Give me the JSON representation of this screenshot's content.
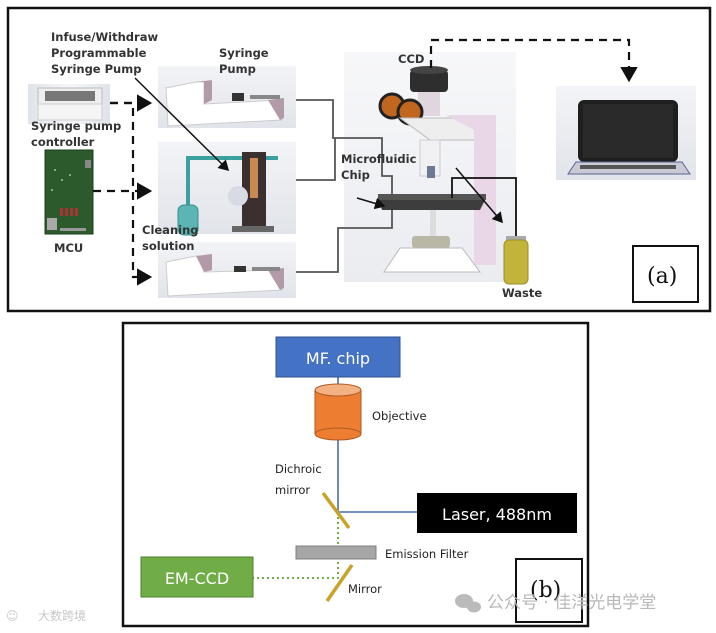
{
  "panel_a": {
    "tag": "(a)",
    "labels": {
      "programmable_pump_line1": "Infuse/Withdraw",
      "programmable_pump_line2": "Programmable",
      "programmable_pump_line3": "Syringe Pump",
      "syringe_pump_line1": "Syringe",
      "syringe_pump_line2": "Pump",
      "controller_line1": "Syringe pump",
      "controller_line2": "controller",
      "mcu": "MCU",
      "cleaning_line1": "Cleaning",
      "cleaning_line2": "solution",
      "ccd": "CCD",
      "chip_line1": "Microfluidic",
      "chip_line2": "Chip",
      "waste": "Waste"
    },
    "colors": {
      "cleaning_bottle": "#5bb5b5",
      "waste_bottle": "#c2b43a",
      "eyepiece": "#c0661f",
      "microscope_frame": "#e9d6e6",
      "pcb": "#2d5a2d"
    }
  },
  "panel_b": {
    "tag": "(b)",
    "blocks": {
      "chip": "MF. chip",
      "laser": "Laser, 488nm",
      "emccd": "EM-CCD"
    },
    "labels": {
      "objective": "Objective",
      "dichroic_line1": "Dichroic",
      "dichroic_line2": "mirror",
      "emission_filter": "Emission Filter",
      "mirror": "Mirror"
    },
    "colors": {
      "chip_block": "#4472c4",
      "objective": "#ed7d31",
      "laser_block": "#000000",
      "emccd_block": "#70ad47",
      "filter": "#a6a6a6",
      "mirror": "#c9a227",
      "beam_excitation": "#4a6fa5",
      "beam_emission": "#70ad47"
    }
  },
  "watermarks": {
    "left": "大数跨境",
    "right": "公众号 · 佳洋光电学堂"
  }
}
